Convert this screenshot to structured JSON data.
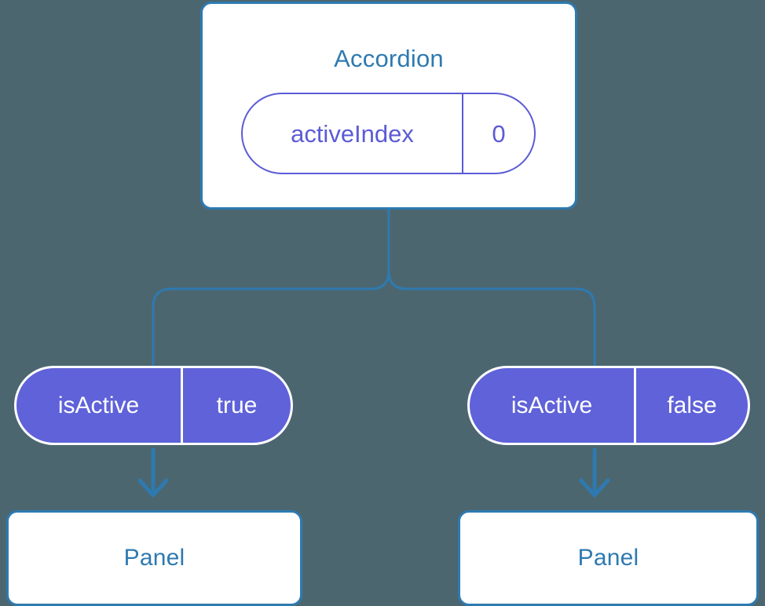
{
  "canvas": {
    "background_color": "#4c6670",
    "accent_blue": "#2e7ab0",
    "accent_indigo": "#5b5bd6",
    "pill_fill": "#5f62d8"
  },
  "root": {
    "title": "Accordion",
    "state": {
      "key": "activeIndex",
      "value": "0"
    }
  },
  "branches": [
    {
      "prop": {
        "key": "isActive",
        "value": "true"
      },
      "child": {
        "title": "Panel"
      }
    },
    {
      "prop": {
        "key": "isActive",
        "value": "false"
      },
      "child": {
        "title": "Panel"
      }
    }
  ]
}
